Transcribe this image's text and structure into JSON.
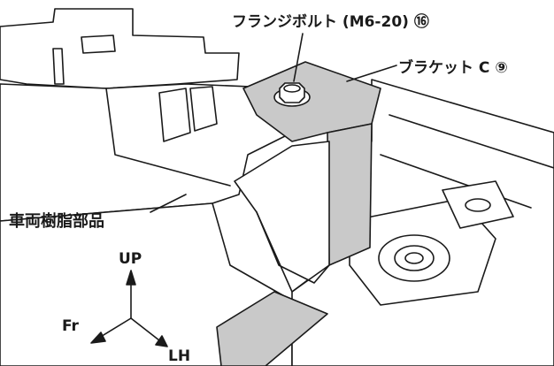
{
  "labels": {
    "flange_bolt": "フランジボルト (M6-20) ⑯",
    "bracket": "ブラケット C ⑨",
    "resin_part": "車両樹脂部品"
  },
  "axes": {
    "up": "UP",
    "fr": "Fr",
    "lh": "LH"
  },
  "colors": {
    "line": "#1a1a1a",
    "bracket_fill": "#c9c9c9",
    "part_fill": "#ffffff"
  }
}
